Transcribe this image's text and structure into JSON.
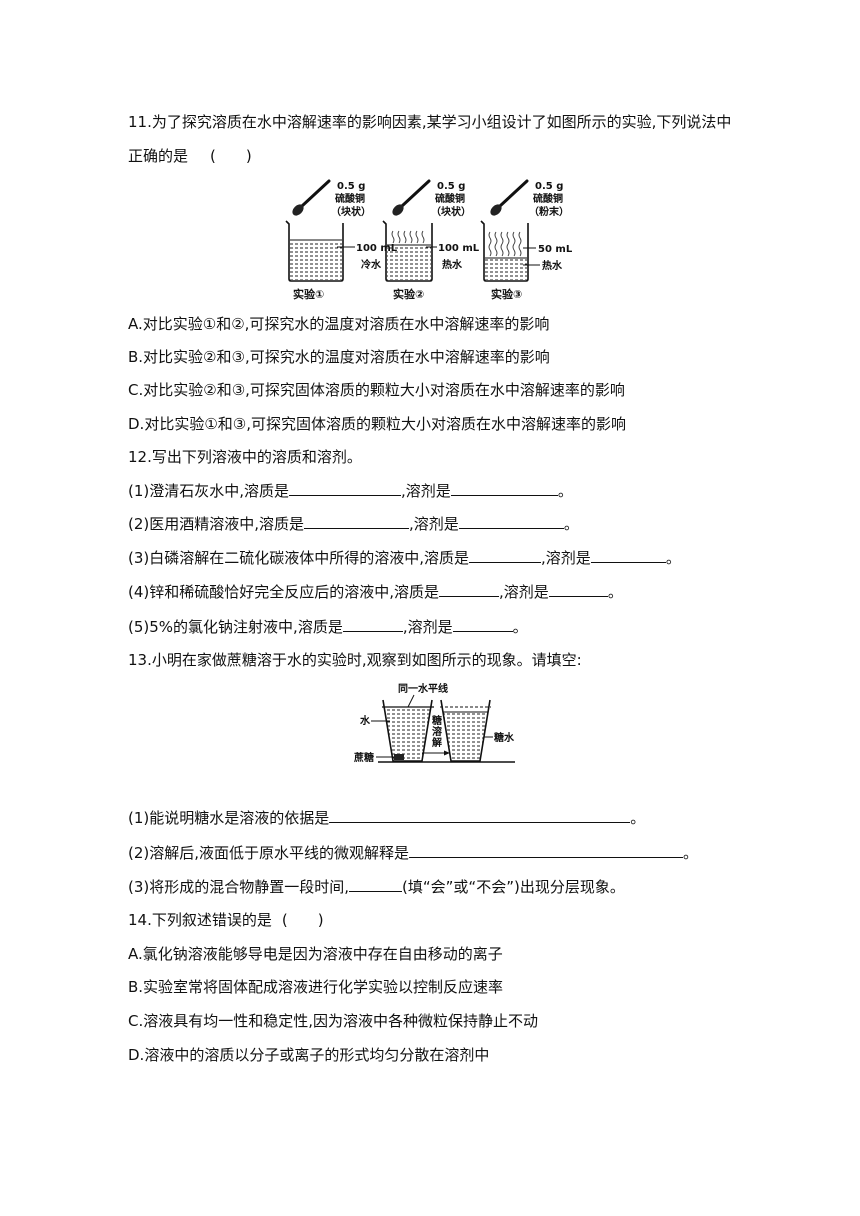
{
  "q11": {
    "stem_line1": "11.为了探究溶质在水中溶解速率的影响因素,某学习小组设计了如图所示的实验,下列说法中",
    "stem_line2": "正确的是",
    "bracket": "(　　)",
    "figure": {
      "experiments": [
        {
          "mass": "0.5 g",
          "substance": "硫酸铜",
          "form": "（块状）",
          "volume": "100 mL",
          "water": "冷水",
          "caption": "实验①"
        },
        {
          "mass": "0.5 g",
          "substance": "硫酸铜",
          "form": "（块状）",
          "volume": "100 mL",
          "water": "热水",
          "caption": "实验②"
        },
        {
          "mass": "0.5 g",
          "substance": "硫酸铜",
          "form": "（粉末）",
          "volume": "50 mL",
          "water": "热水",
          "caption": "实验③"
        }
      ]
    },
    "options": [
      "A.对比实验①和②,可探究水的温度对溶质在水中溶解速率的影响",
      "B.对比实验②和③,可探究水的温度对溶质在水中溶解速率的影响",
      "C.对比实验②和③,可探究固体溶质的颗粒大小对溶质在水中溶解速率的影响",
      "D.对比实验①和③,可探究固体溶质的颗粒大小对溶质在水中溶解速率的影响"
    ]
  },
  "q12": {
    "stem": "12.写出下列溶液中的溶质和溶剂。",
    "items": [
      {
        "before": "(1)澄清石灰水中,溶质是",
        "middle": ",溶剂是",
        "after": "。"
      },
      {
        "before": "(2)医用酒精溶液中,溶质是",
        "middle": ",溶剂是",
        "after": "。"
      },
      {
        "before": "(3)白磷溶解在二硫化碳液体中所得的溶液中,溶质是",
        "middle": ",溶剂是",
        "after": "。"
      },
      {
        "before": "(4)锌和稀硫酸恰好完全反应后的溶液中,溶质是",
        "middle": ",溶剂是",
        "after": "。"
      },
      {
        "before": "(5)5%的氯化钠注射液中,溶质是",
        "middle": ",溶剂是",
        "after": "。"
      }
    ]
  },
  "q13": {
    "stem": "13.小明在家做蔗糖溶于水的实验时,观察到如图所示的现象。请填空:",
    "figure": {
      "level_line": "同一水平线",
      "water": "水",
      "dissolve_chars": [
        "糖",
        "溶",
        "解"
      ],
      "sugar_water": "糖水",
      "sucrose": "蔗糖"
    },
    "items": [
      {
        "before": "(1)能说明糖水是溶液的依据是",
        "after": "。"
      },
      {
        "before": "(2)溶解后,液面低于原水平线的微观解释是",
        "after": "。"
      },
      {
        "before": "(3)将形成的混合物静置一段时间,",
        "after": "(填“会”或“不会”)出现分层现象。"
      }
    ]
  },
  "q14": {
    "stem": "14.下列叙述错误的是",
    "bracket": "(　　)",
    "options": [
      "A.氯化钠溶液能够导电是因为溶液中存在自由移动的离子",
      "B.实验室常将固体配成溶液进行化学实验以控制反应速率",
      "C.溶液具有均一性和稳定性,因为溶液中各种微粒保持静止不动",
      "D.溶液中的溶质以分子或离子的形式均匀分散在溶剂中"
    ]
  }
}
